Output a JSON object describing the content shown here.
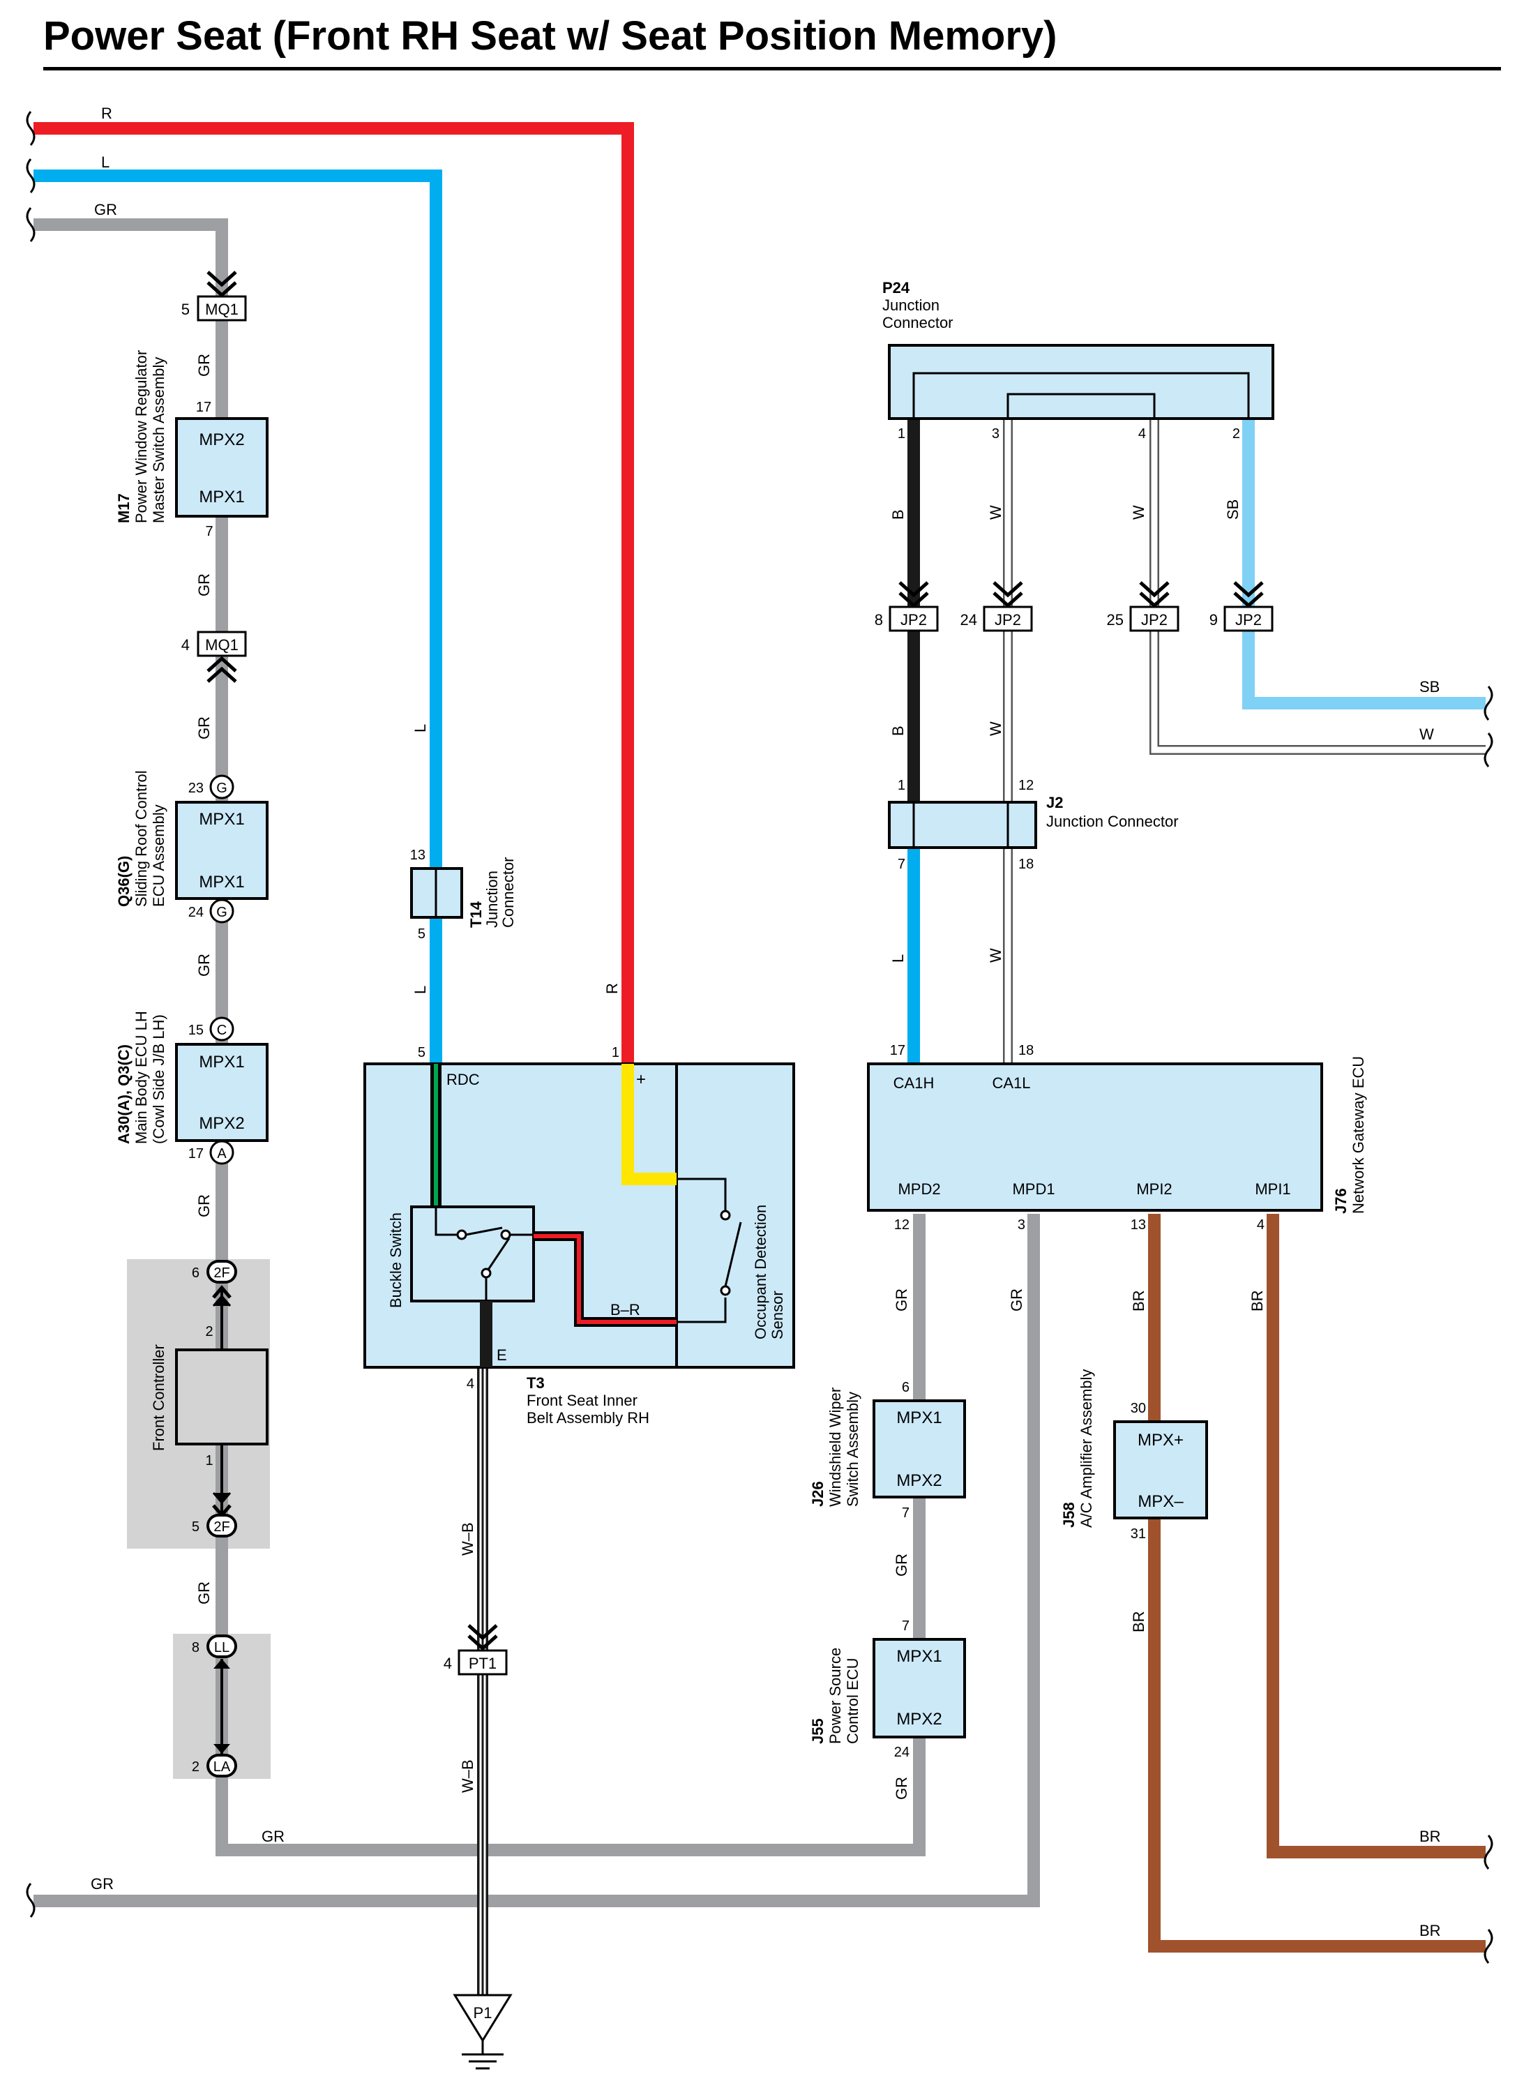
{
  "title": "Power Seat (Front RH Seat w/ Seat Position Memory)",
  "colors": {
    "R": "#ee1c25",
    "L": "#00aeef",
    "GR": "#9d9fa2",
    "SB": "#7fd1f5",
    "W": "#ffffff",
    "B": "#1a1a1a",
    "BR": "#a0522d",
    "Y": "#ffe600",
    "G": "#00a651",
    "component_fill": "#cce9f8",
    "controller_fill": "#d3d3d3"
  },
  "wires": {
    "R": "R",
    "L": "L",
    "GR": "GR",
    "B": "B",
    "W": "W",
    "SB": "SB",
    "BR": "BR",
    "WB": "W–B",
    "BG": "B–G",
    "BR_stripe": "B–R",
    "Y": "Y"
  },
  "components": {
    "m17": {
      "code": "M17",
      "name1": "Power Window Regulator",
      "name2": "Master Switch Assembly",
      "top": "MPX2",
      "bottom": "MPX1",
      "pin_top": "17",
      "pin_bottom": "7"
    },
    "q36": {
      "code": "Q36(G)",
      "name1": "Sliding Roof Control",
      "name2": "ECU Assembly",
      "top": "MPX1",
      "bottom": "MPX1",
      "pin_top": "23",
      "pin_bottom": "24",
      "conn": "G"
    },
    "a30": {
      "code": "A30(A), Q3(C)",
      "name1": "Main Body ECU LH",
      "name2": "(Cowl Side J/B LH)",
      "top": "MPX1",
      "bottom": "MPX2",
      "pin_top": "15",
      "pin_bottom": "17",
      "conn_top": "C",
      "conn_bottom": "A"
    },
    "front_controller": {
      "name": "Front Controller",
      "pin_top": "2",
      "pin_bottom": "1"
    },
    "t14": {
      "code": "T14",
      "name1": "Junction",
      "name2": "Connector",
      "pin_top": "13",
      "pin_bottom": "5"
    },
    "t3": {
      "code": "T3",
      "name1": "Front Seat Inner",
      "name2": "Belt Assembly RH",
      "rdc": "RDC",
      "plus": "+",
      "e": "E",
      "buckle": "Buckle Switch",
      "occupant1": "Occupant Detection",
      "occupant2": "Sensor",
      "pin_rdc": "5",
      "pin_plus": "1",
      "pin_e": "4"
    },
    "p24": {
      "code": "P24",
      "name1": "Junction",
      "name2": "Connector",
      "pins": [
        "1",
        "3",
        "4",
        "2"
      ]
    },
    "j2": {
      "code": "J2",
      "name": "Junction Connector",
      "pins": [
        "1",
        "12",
        "7",
        "18"
      ]
    },
    "j76": {
      "code": "J76",
      "name": "Network Gateway ECU",
      "ca1h": "CA1H",
      "ca1l": "CA1L",
      "mpd2": "MPD2",
      "mpd1": "MPD1",
      "mpi2": "MPI2",
      "mpi1": "MPI1",
      "pins": [
        "17",
        "18",
        "12",
        "3",
        "13",
        "4"
      ]
    },
    "j26": {
      "code": "J26",
      "name1": "Windshield Wiper",
      "name2": "Switch Assembly",
      "top": "MPX1",
      "bottom": "MPX2",
      "pin_top": "6",
      "pin_bottom": "7"
    },
    "j55": {
      "code": "J55",
      "name1": "Power Source",
      "name2": "Control ECU",
      "top": "MPX1",
      "bottom": "MPX2",
      "pin_top": "7",
      "pin_bottom": "24"
    },
    "j58": {
      "code": "J58",
      "name1": "A/C Amplifier Assembly",
      "top": "MPX+",
      "bottom": "MPX–",
      "pin_top": "30",
      "pin_bottom": "31"
    }
  },
  "connectors": {
    "mq1": "MQ1",
    "mq1_pin_top": "5",
    "mq1_pin_bottom": "4",
    "c2f": "2F",
    "c2f_pin_top": "6",
    "c2f_pin_bottom": "5",
    "ll": "LL",
    "ll_pin": "8",
    "la": "LA",
    "la_pin": "2",
    "pt1": "PT1",
    "pt1_pin": "4",
    "jp2": "JP2",
    "jp2_pins": [
      "8",
      "24",
      "25",
      "9"
    ]
  },
  "ground": "P1"
}
